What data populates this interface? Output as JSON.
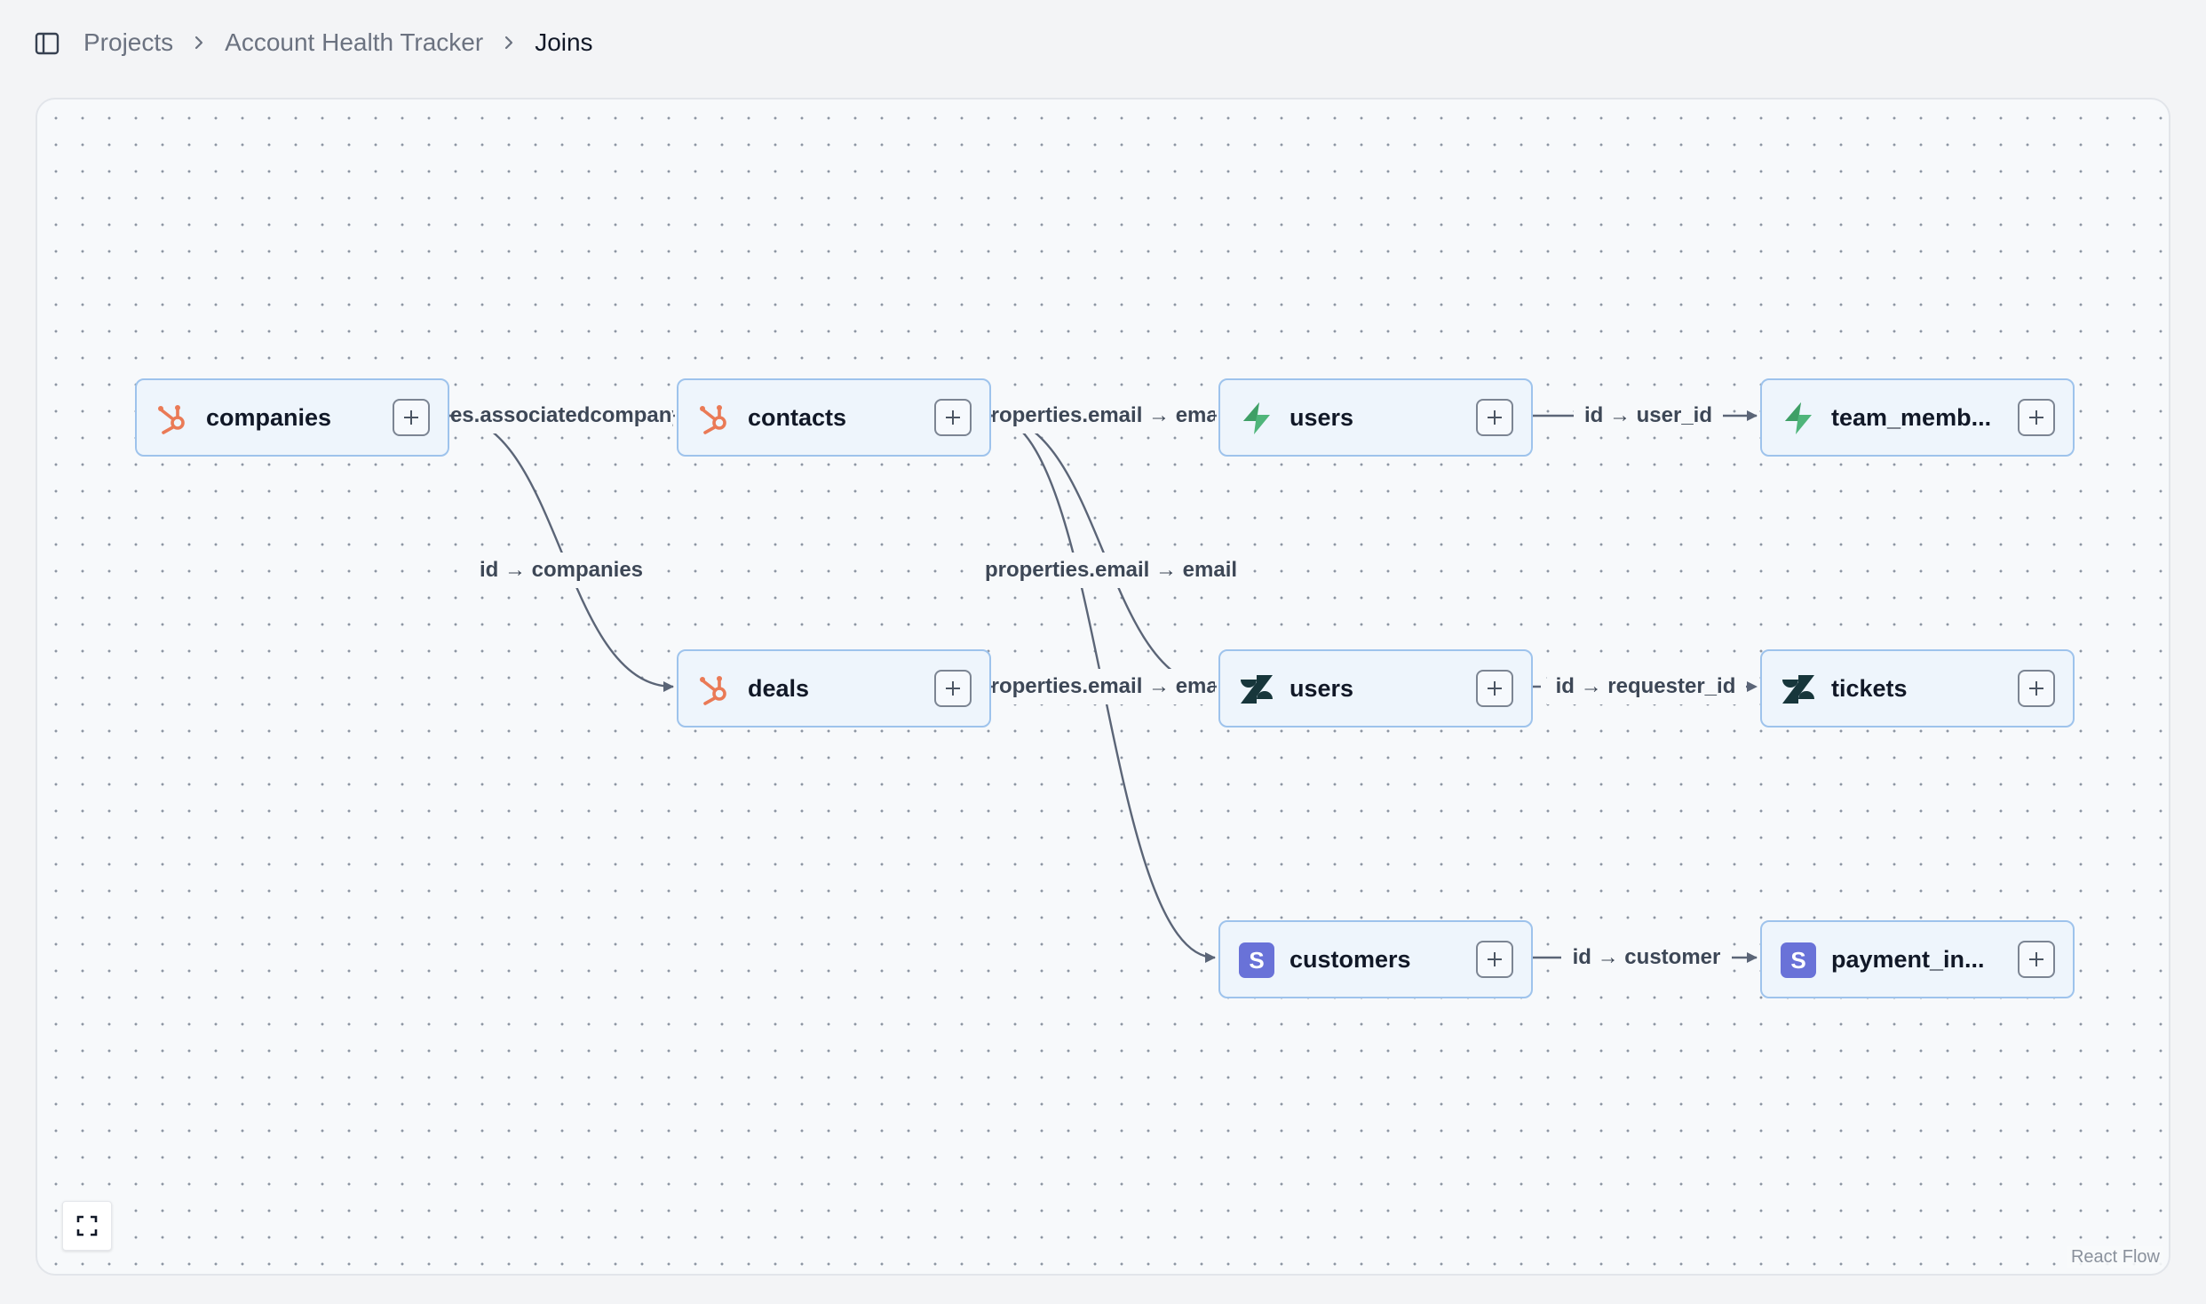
{
  "breadcrumb": {
    "items": [
      "Projects",
      "Account Health Tracker"
    ],
    "current": "Joins"
  },
  "colors": {
    "hubspot": "#ea7a56",
    "supabase": "#4fb57a",
    "zendesk": "#17363b",
    "stripe": "#6972d8",
    "node_border": "#9ec3ec",
    "node_fill": "#eef5fc",
    "edge": "#5b6577"
  },
  "nodes": [
    {
      "label": "companies",
      "icon": "hubspot-icon"
    },
    {
      "label": "contacts",
      "icon": "hubspot-icon"
    },
    {
      "label": "deals",
      "icon": "hubspot-icon"
    },
    {
      "label": "users",
      "icon": "supabase-icon"
    },
    {
      "label": "team_memb...",
      "icon": "supabase-icon"
    },
    {
      "label": "users",
      "icon": "zendesk-icon"
    },
    {
      "label": "tickets",
      "icon": "zendesk-icon"
    },
    {
      "label": "customers",
      "icon": "stripe-icon"
    },
    {
      "label": "payment_in...",
      "icon": "stripe-icon"
    }
  ],
  "edges": [
    {
      "label": "properties.associatedcompanyid → id"
    },
    {
      "label": "id → companies"
    },
    {
      "label": "properties.email → email"
    },
    {
      "label": "properties.email → email"
    },
    {
      "label": "properties.email → email"
    },
    {
      "label": "id → user_id"
    },
    {
      "label": "id → requester_id"
    },
    {
      "label": "id → customer"
    }
  ],
  "attribution": "React Flow"
}
